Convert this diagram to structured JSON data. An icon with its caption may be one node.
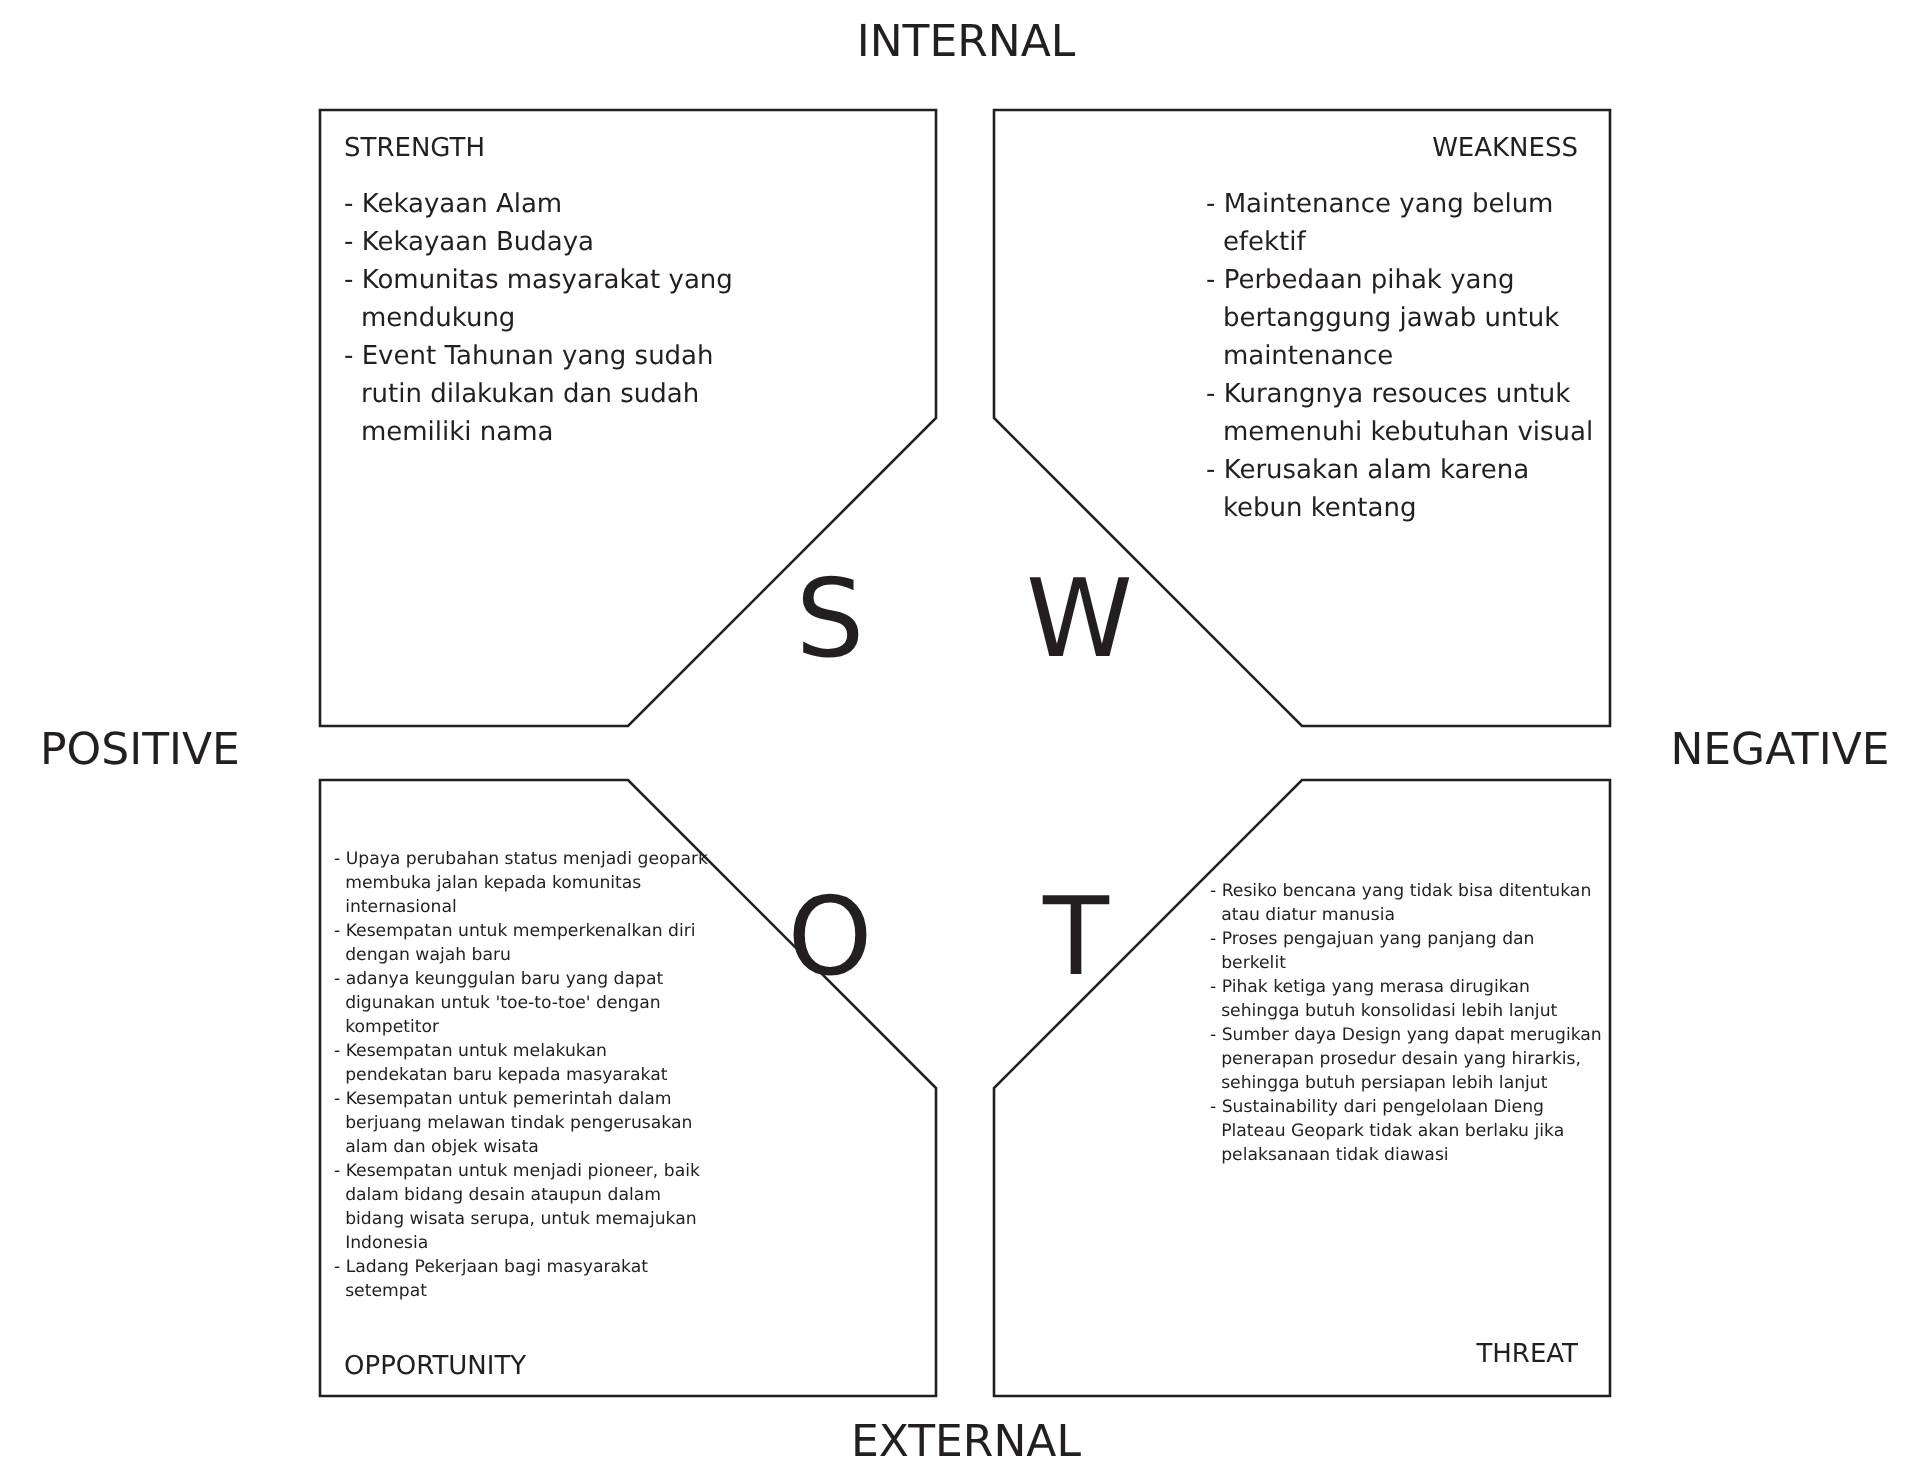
{
  "diagram": {
    "nodes": [
      {
        "text": [
          "STRENGTH",
          "- Kekayaan Alam",
          "- Kekayaan Budaya",
          "- Komunitas masyarakat yang mendukung",
          "- Event Tahunan yang sudah rutin dilakukan dan sudah memiliki nama"
        ],
        "beside": [
          "S"
        ]
      },
      {
        "text": [
          "WEAKNESS",
          "- Maintenance yang belum efektif",
          "- Perbedaan pihak yang bertanggung jawab untuk maintenance",
          "- Kurangnya resouces untuk memenuhi kebutuhan visual",
          "- Kerusakan alam karena kebun kentang"
        ],
        "beside": [
          "W"
        ]
      },
      {
        "text": [
          "- Upaya perubahan status menjadi geopark membuka jalan kepada komunitas internasional",
          "- Kesempatan untuk memperkenalkan diri dengan wajah baru",
          "- adanya keunggulan baru yang dapat digunakan untuk 'toe-to-toe' dengan kompetitor",
          "- Kesempatan untuk melakukan pendekatan baru kepada masyarakat",
          "- Kesempatan untuk pemerintah dalam berjuang melawan tindak pengerusakan alam dan objek wisata",
          "- Kesempatan untuk menjadi pioneer, baik dalam bidang desain ataupun dalam bidang wisata serupa, untuk memajukan Indonesia",
          "- Ladang Pekerjaan bagi masyarakat setempat",
          "OPPORTUNITY"
        ],
        "beside": [
          "O"
        ]
      },
      {
        "text": [
          "- Resiko bencana yang tidak bisa ditentukan atau diatur manusia",
          "- Proses pengajuan yang panjang dan berkelit",
          "- Pihak ketiga yang merasa dirugikan sehingga butuh konsolidasi lebih lanjut",
          "- Sumber daya Design yang dapat merugikan penerapan prosedur desain yang hirarkis, sehingga butuh persiapan lebih lanjut",
          "- Sustainability dari pengelolaan Dieng Plateau Geopark tidak akan berlaku jika pelaksanaan tidak diawasi",
          "THREAT"
        ],
        "beside": [
          "T"
        ]
      }
    ],
    "labels": [
      "INTERNAL",
      "POSITIVE",
      "NEGATIVE",
      "EXTERNAL"
    ]
  }
}
